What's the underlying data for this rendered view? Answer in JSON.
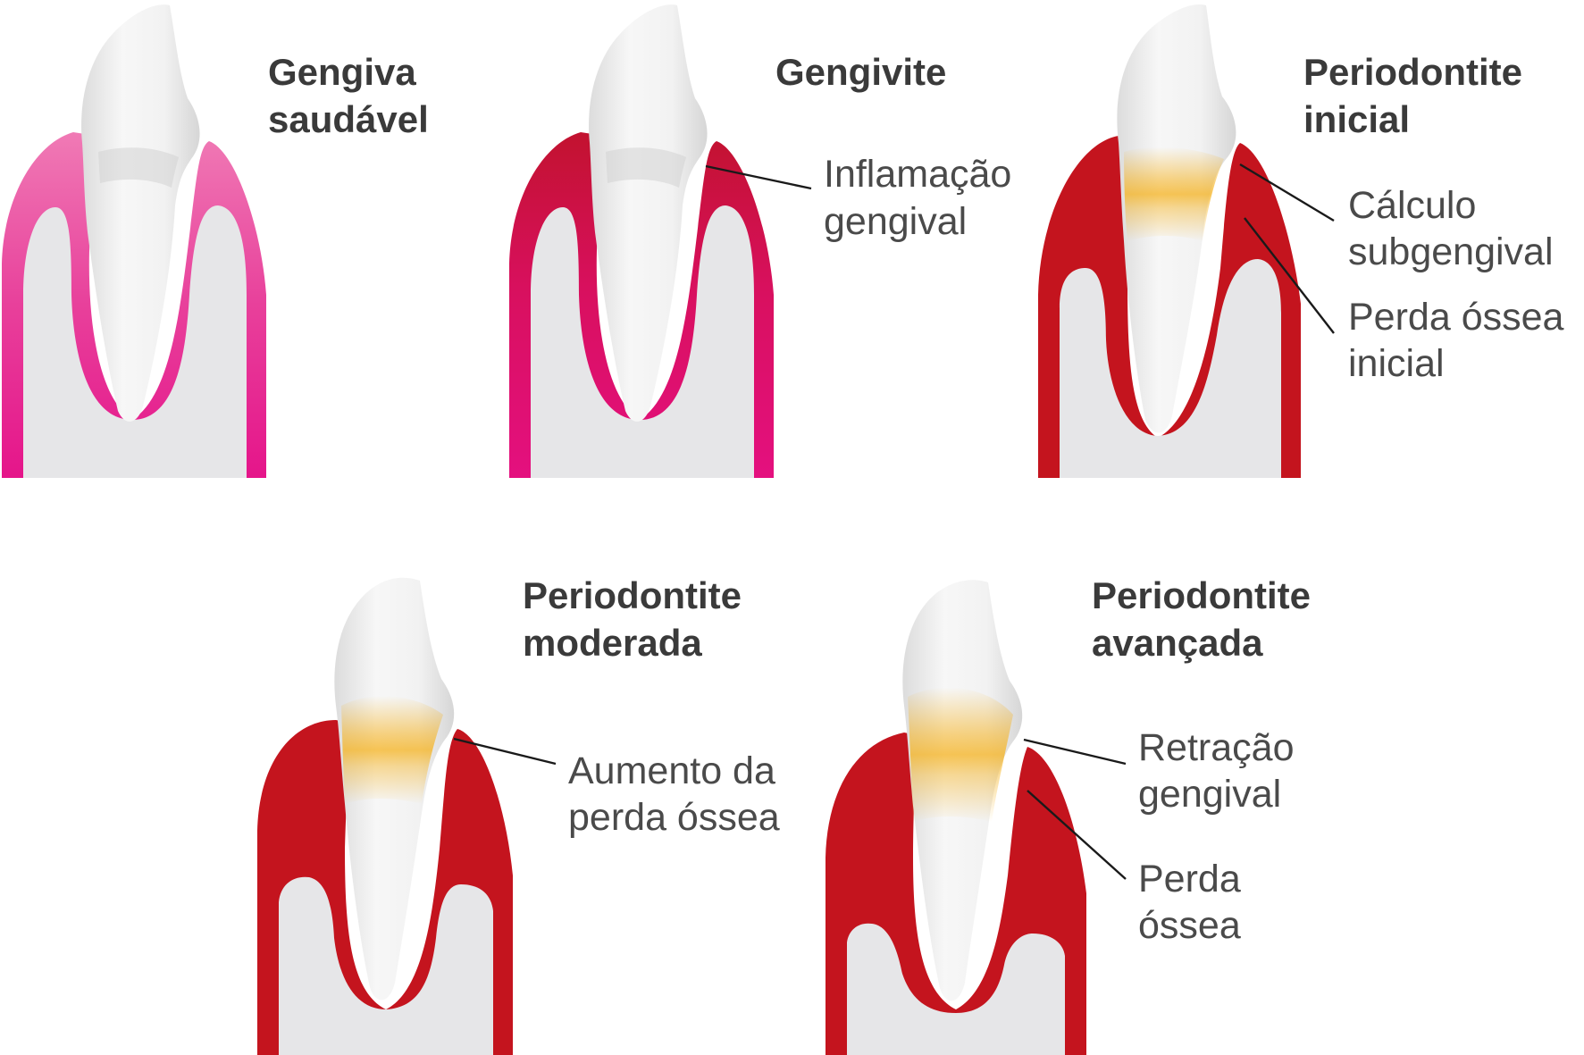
{
  "stages": [
    {
      "name": "healthy",
      "title": [
        "Gengiva",
        "saudável"
      ],
      "gum_color": "#e5158a",
      "gum_color_light": "#f07ab5",
      "tartar": false,
      "annotations": []
    },
    {
      "name": "gingivitis",
      "title": [
        "Gengivite"
      ],
      "gum_color": "#e4107f",
      "gum_color_dark": "#c2122f",
      "tartar": false,
      "annotations": [
        {
          "lines": [
            "Inflamação",
            "gengival"
          ]
        }
      ]
    },
    {
      "name": "initial-periodontitis",
      "title": [
        "Periodontite",
        "inicial"
      ],
      "gum_color": "#c4141e",
      "tartar": true,
      "annotations": [
        {
          "lines": [
            "Cálculo",
            "subgengival"
          ]
        },
        {
          "lines": [
            "Perda óssea",
            "inicial"
          ]
        }
      ]
    },
    {
      "name": "moderate-periodontitis",
      "title": [
        "Periodontite",
        "moderada"
      ],
      "gum_color": "#c4141e",
      "tartar": true,
      "annotations": [
        {
          "lines": [
            "Aumento da",
            "perda óssea"
          ]
        }
      ]
    },
    {
      "name": "advanced-periodontitis",
      "title": [
        "Periodontite",
        "avançada"
      ],
      "gum_color": "#c4141e",
      "tartar": true,
      "annotations": [
        {
          "lines": [
            "Retração",
            "gengival"
          ]
        },
        {
          "lines": [
            "Perda",
            "óssea"
          ]
        }
      ]
    }
  ],
  "colors": {
    "bone": "#e6e6e8",
    "tooth": "#f2f2f2",
    "tartar": "#f5b21e",
    "text_title": "#3a3a3a",
    "text_label": "#4a4a4a",
    "leader": "#1a1a1a"
  }
}
